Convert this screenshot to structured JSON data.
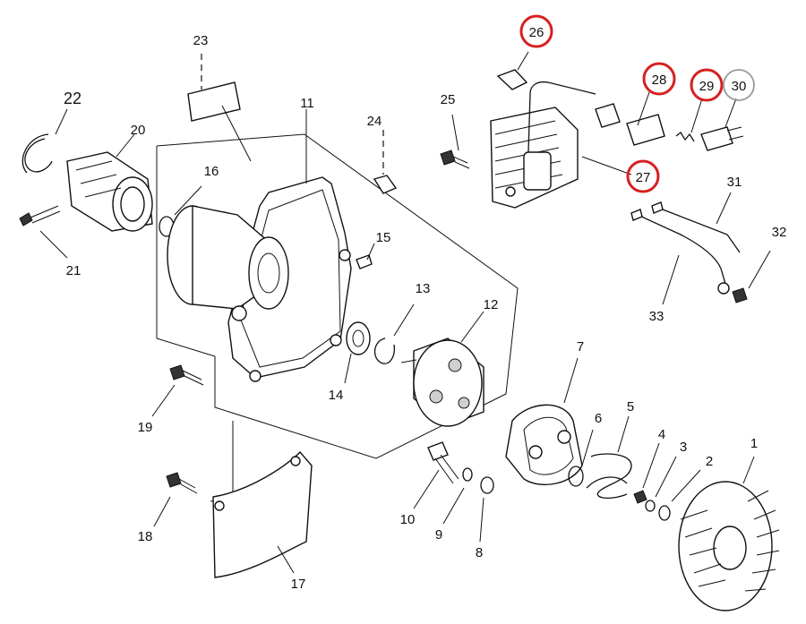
{
  "labels": {
    "p1": "1",
    "p2": "2",
    "p3": "3",
    "p4": "4",
    "p5": "5",
    "p6": "6",
    "p7": "7",
    "p8": "8",
    "p9": "9",
    "p10": "10",
    "p11": "11",
    "p12": "12",
    "p13": "13",
    "p14": "14",
    "p15": "15",
    "p16": "16",
    "p17": "17",
    "p18": "18",
    "p19": "19",
    "p20": "20",
    "p21": "21",
    "p22": "22",
    "p23": "23",
    "p24": "24",
    "p25": "25",
    "p26": "26",
    "p27": "27",
    "p28": "28",
    "p29": "29",
    "p30": "30",
    "p31": "31",
    "p32": "32",
    "p33": "33"
  },
  "highlight_color": "#d62020",
  "highlighted_parts": [
    "26",
    "27",
    "28",
    "29"
  ],
  "secondary_circle_color": "#999999",
  "secondary_circled_parts": [
    "30"
  ]
}
